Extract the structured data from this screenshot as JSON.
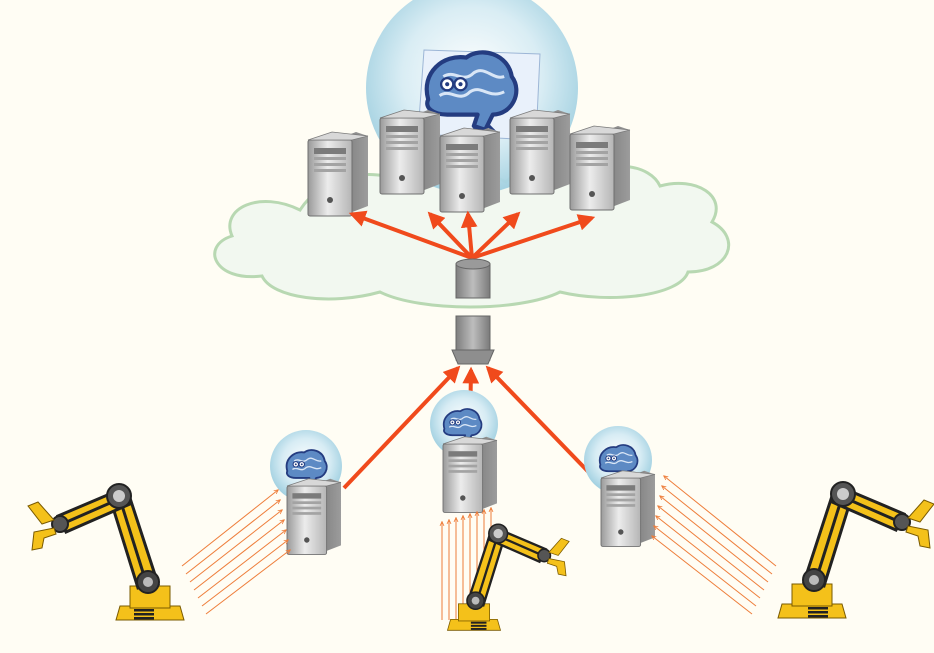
{
  "diagram": {
    "cloud": {
      "servers": [
        {
          "id": "cloud-server-1"
        },
        {
          "id": "cloud-server-2"
        },
        {
          "id": "cloud-server-3"
        },
        {
          "id": "cloud-server-4"
        },
        {
          "id": "cloud-server-5"
        }
      ],
      "brain": "brain-character-icon"
    },
    "edge_servers": [
      {
        "id": "edge-server-left",
        "brain": "brain-icon"
      },
      {
        "id": "edge-server-center",
        "brain": "brain-icon"
      },
      {
        "id": "edge-server-right",
        "brain": "brain-icon"
      }
    ],
    "robots": [
      {
        "id": "robot-arm-left"
      },
      {
        "id": "robot-arm-center"
      },
      {
        "id": "robot-arm-right"
      }
    ],
    "colors": {
      "background": "#fffdf4",
      "cloud_fill": "#f0f8f0",
      "cloud_stroke": "#b7d6b4",
      "bubble": "#bfe0ec",
      "arrow": "#f04a1c",
      "data_arrow": "#ee7d3a",
      "server_body": "#c9c9c9",
      "server_side": "#8f8f8f",
      "robot_yellow": "#f4c11a",
      "robot_dark": "#222222",
      "brain": "#5d8ac4",
      "brain_outline": "#243c80"
    }
  }
}
